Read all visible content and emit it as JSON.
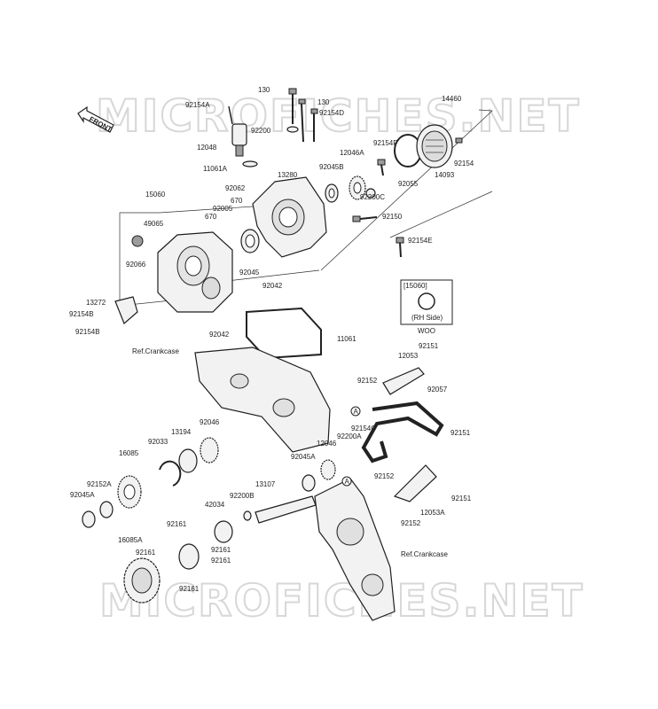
{
  "watermark": "MICROFICHES.NET",
  "front_label": "FRONT",
  "inset": {
    "title": "[15060]",
    "caption": "(RH Side)",
    "code": "WOO"
  },
  "ref_crankcase": "Ref.Crankcase",
  "labels": {
    "p130a": "130",
    "p130b": "130",
    "p92154A": "92154A",
    "p92200": "92200",
    "p92154D": "92154D",
    "p14460": "14460",
    "p12048": "12048",
    "p92154F": "92154F",
    "p12046A": "12046A",
    "p92154": "92154",
    "p11061A": "11061A",
    "p13280": "13280",
    "p92045B": "92045B",
    "p92055": "92055",
    "p14093": "14093",
    "p92062": "92062",
    "p92200C": "92200C",
    "p15060": "15060",
    "p670a": "670",
    "p92005": "92005",
    "p670b": "670",
    "p92150": "92150",
    "p49065": "49065",
    "p92154E": "92154E",
    "p92066": "92066",
    "p92045": "92045",
    "p92042a": "92042",
    "p13272": "13272",
    "p92154B1": "92154B",
    "p92154B2": "92154B",
    "p92042b": "92042",
    "p11061": "11061",
    "p92151a": "92151",
    "p12053": "12053",
    "p92152a": "92152",
    "p92057": "92057",
    "p92154C": "92154C",
    "p12046": "12046",
    "p92200A": "92200A",
    "p92151b": "92151",
    "p92045A1": "92045A",
    "p13194": "13194",
    "p92046": "92046",
    "p92033": "92033",
    "p16085": "16085",
    "p92152A": "92152A",
    "p92045A2": "92045A",
    "p13107": "13107",
    "p92200B": "92200B",
    "p42034": "42034",
    "p92152b": "92152",
    "p92151c": "92151",
    "p12053A": "12053A",
    "p92152c": "92152",
    "p92161a": "92161",
    "p16085A": "16085A",
    "p92161b": "92161",
    "p92161c": "92161",
    "p92161d": "92161",
    "p92161e": "92161"
  },
  "markers": {
    "a1": "A",
    "a2": "A"
  }
}
